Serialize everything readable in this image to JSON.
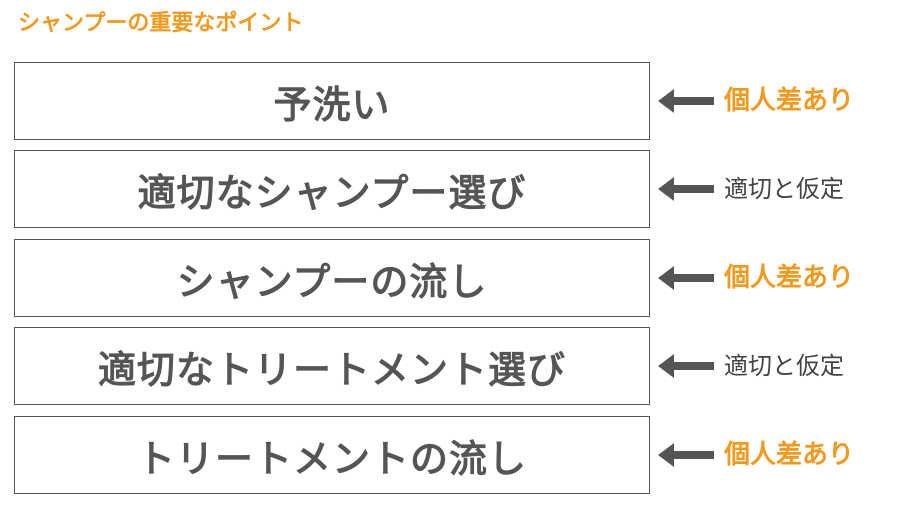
{
  "title": "シャンプーの重要なポイント",
  "steps": [
    {
      "label": "予洗い",
      "note": "個人差あり",
      "note_type": "highlight"
    },
    {
      "label": "適切なシャンプー選び",
      "note": "適切と仮定",
      "note_type": "normal"
    },
    {
      "label": "シャンプーの流し",
      "note": "個人差あり",
      "note_type": "highlight"
    },
    {
      "label": "適切なトリートメント選び",
      "note": "適切と仮定",
      "note_type": "normal"
    },
    {
      "label": "トリートメントの流し",
      "note": "個人差あり",
      "note_type": "highlight"
    }
  ],
  "colors": {
    "accent": "#F39A1E",
    "text": "#555555",
    "arrow": "#555555",
    "border": "#555555"
  },
  "icons": {
    "arrow": "arrow-left-icon"
  }
}
